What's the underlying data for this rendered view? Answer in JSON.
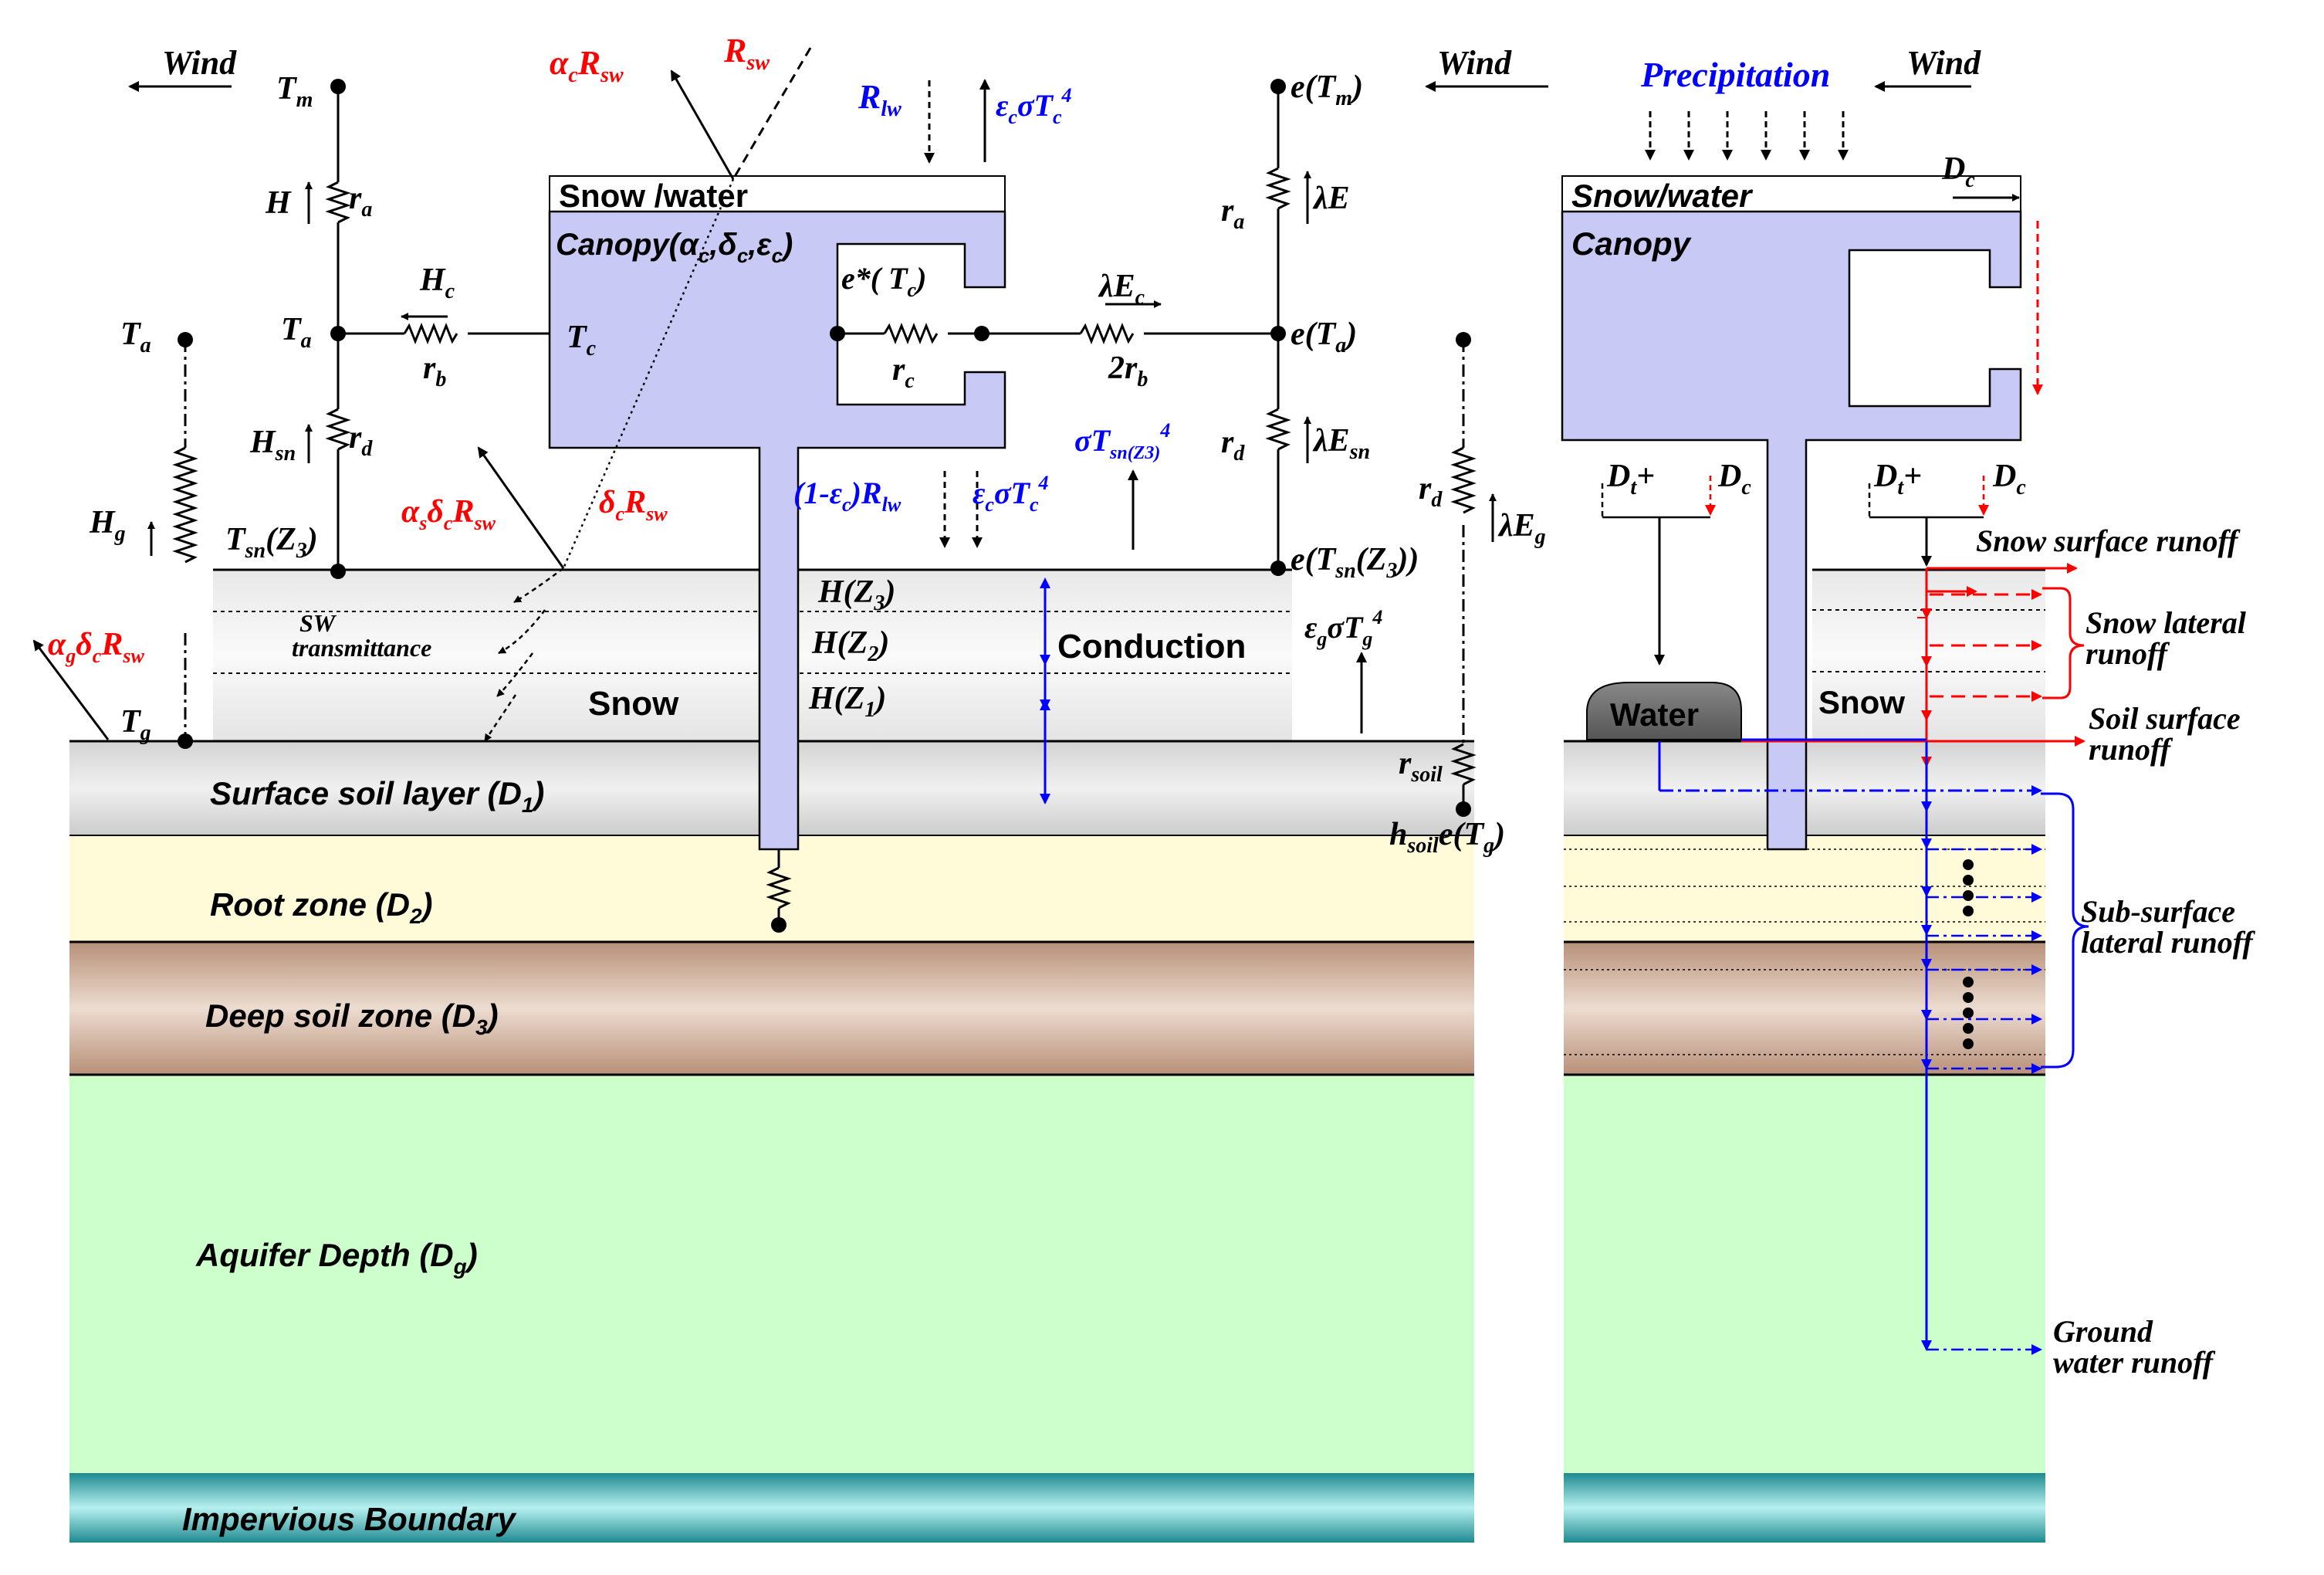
{
  "colors": {
    "canopy": "#c9c9f5",
    "red": "#ff0000",
    "blue": "#0000ff",
    "root_zone": "#fffbd9",
    "aquifer": "#ccffcc",
    "impervious": "#3aa9ad",
    "deep_soil": "#c9a68f"
  },
  "layers": {
    "surface": "Surface soil layer (D",
    "surface_sub": "1",
    "root": "Root zone (D",
    "root_sub": "2",
    "deep": "Deep soil zone (D",
    "deep_sub": "3",
    "aquifer": "Aquifer Depth (D",
    "aquifer_sub": "g",
    "impervious": "Impervious Boundary",
    "close": ")"
  },
  "left_panel": {
    "wind": "Wind",
    "tm": "T",
    "tm_sub": "m",
    "ta": "T",
    "ta_sub": "a",
    "ta2": "T",
    "ta2_sub": "a",
    "tsn": "T",
    "tsn_sub": "sn",
    "tsn_tail": "(Z",
    "tsn_tail_sub": "3",
    "tsn_close": ")",
    "tg": "T",
    "tg_sub": "g",
    "h": "H",
    "ra": "r",
    "ra_sub": "a",
    "hc": "H",
    "hc_sub": "c",
    "rb": "r",
    "rb_sub": "b",
    "tc": "T",
    "tc_sub": "c",
    "hsn": "H",
    "hsn_sub": "sn",
    "rd": "r",
    "rd_sub": "d",
    "hg": "H",
    "hg_sub": "g",
    "snow_water": "Snow /water",
    "canopy": "Canopy(α",
    "estar": "e*( T",
    "estar_sub": "c",
    "estar_close": ")",
    "rc": "r",
    "rc_sub": "c",
    "lec": "λE",
    "lec_sub": "c",
    "two_rb": "2r",
    "two_rb_sub": "b",
    "snow": "Snow",
    "conduction": "Conduction",
    "hz3": "H(Z",
    "hz3_sub": "3",
    "hz2": "H(Z",
    "hz2_sub": "2",
    "hz1": "H(Z",
    "hz1_sub": "1",
    "hz_close": ")",
    "sw": "SW",
    "sw_trans": "transmittance",
    "rsw_top": "R",
    "rsw_top_sub": "sw",
    "acrsw": "α",
    "acrsw_sub": "c",
    "acrsw_r": "R",
    "acrsw_r_sub": "sw",
    "asdc": "α",
    "asdc_s": "s",
    "asdc_d": "δ",
    "asdc_c": "c",
    "asdc_r": "R",
    "asdc_rs": "sw",
    "dcrsw": "δ",
    "dcrsw_c": "c",
    "dcrsw_r": "R",
    "dcrsw_rs": "sw",
    "agdc": "α",
    "agdc_g": "g",
    "agdc_d": "δ",
    "agdc_c": "c",
    "agdc_r": "R",
    "agdc_rs": "sw",
    "rlw": "R",
    "rlw_sub": "lw",
    "ecst": "ε",
    "ecst_c": "c",
    "ecst_s": "σT",
    "ecst_c2": "c",
    "ecst_4": "4",
    "oneminus": "(1-ε",
    "oneminus_c": "c",
    "oneminus_r": ")R",
    "oneminus_lw": "lw",
    "ecst2": "ε",
    "ecst2_c": "c",
    "ecst2_s": "σT",
    "ecst2_c2": "c",
    "ecst2_4": "4",
    "stsn": "σT",
    "stsn_sub": "sn(Z3)",
    "stsn_4": "4",
    "egst": "ε",
    "egst_g": "g",
    "egst_s": "σT",
    "egst_g2": "g",
    "egst_4": "4",
    "etm": "e(T",
    "etm_sub": "m",
    "etm_close": ")",
    "eta": "e(T",
    "eta_sub": "a",
    "eta_close": ")",
    "etsn": "e(T",
    "etsn_sub": "sn",
    "etsn_tail": "(Z",
    "etsn_tail_sub": "3",
    "etsn_close": "))",
    "le": "λE",
    "lesn": "λE",
    "lesn_sub": "sn",
    "leg": "λE",
    "leg_sub": "g",
    "ra_r": "r",
    "ra_r_sub": "a",
    "rd_r": "r",
    "rd_r_sub": "d",
    "rd_g": "r",
    "rd_g_sub": "d",
    "rsoil": "r",
    "rsoil_sub": "soil",
    "hsoil": "h",
    "hsoil_sub": "soil",
    "hsoil_e": "e(T",
    "hsoil_g": "g",
    "hsoil_close": ")"
  },
  "canopy_params": {
    "d": "δ",
    "dc": "c",
    "e": "ε",
    "ec": "c",
    "c": "c",
    "close": ")"
  },
  "right_panel": {
    "precipitation": "Precipitation",
    "wind": "Wind",
    "snow_water": "Snow/water",
    "canopy": "Canopy",
    "dc": "D",
    "dc_sub": "c",
    "dt": "D",
    "dt_sub": "t",
    "plus": "+",
    "dc2": "D",
    "dc2_sub": "c",
    "dt2": "D",
    "dt2_sub": "t",
    "plus2": "+",
    "dc3": "D",
    "dc3_sub": "c",
    "water": "Water",
    "snow": "Snow",
    "snow_surface_runoff": "Snow surface runoff",
    "snow_lateral_1": "Snow lateral",
    "snow_lateral_2": "runoff",
    "soil_surface_1": "Soil surface",
    "soil_surface_2": "runoff",
    "subsurface_1": "Sub-surface",
    "subsurface_2": "lateral runoff",
    "ground_1": "Ground",
    "ground_2": "water runoff"
  }
}
